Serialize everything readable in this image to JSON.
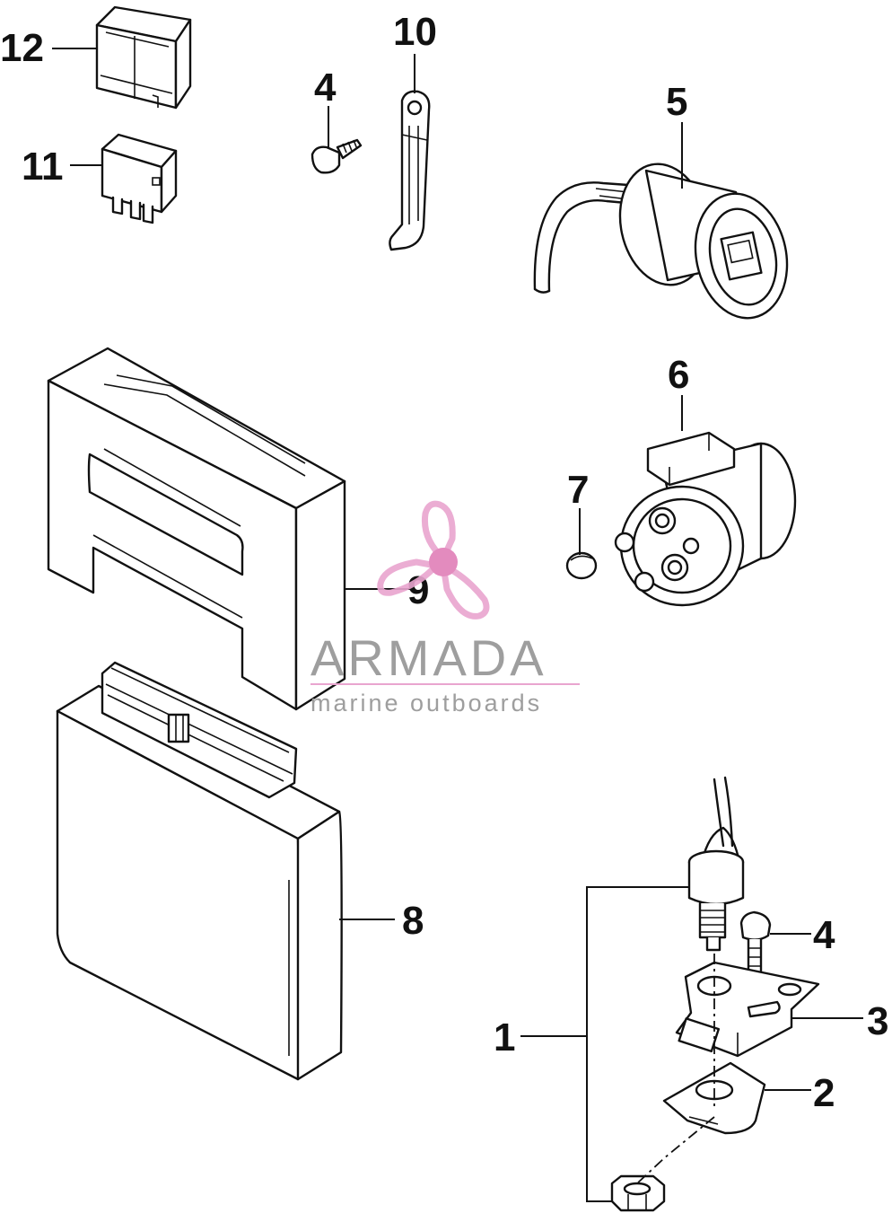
{
  "diagram": {
    "callouts": [
      {
        "id": "c12",
        "label": "12"
      },
      {
        "id": "c11",
        "label": "11"
      },
      {
        "id": "c4a",
        "label": "4"
      },
      {
        "id": "c10",
        "label": "10"
      },
      {
        "id": "c5",
        "label": "5"
      },
      {
        "id": "c6",
        "label": "6"
      },
      {
        "id": "c7",
        "label": "7"
      },
      {
        "id": "c9",
        "label": "9"
      },
      {
        "id": "c8",
        "label": "8"
      },
      {
        "id": "c4b",
        "label": "4"
      },
      {
        "id": "c3",
        "label": "3"
      },
      {
        "id": "c1",
        "label": "1"
      },
      {
        "id": "c2",
        "label": "2"
      }
    ]
  },
  "watermark": {
    "name": "ARMADA",
    "tagline": "marine outboards",
    "colors": {
      "logo": "#e9a5cf",
      "logo_center": "#e07fb8",
      "text": "#9e9e9e"
    }
  }
}
